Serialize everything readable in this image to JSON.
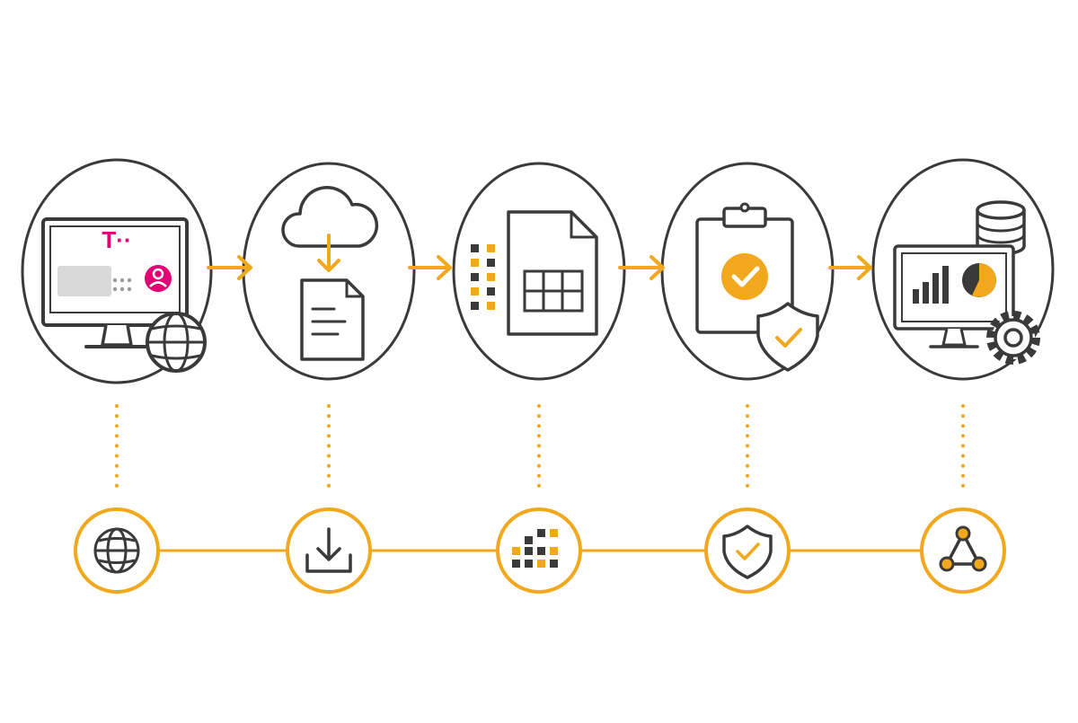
{
  "diagram": {
    "brand_mark": "T··",
    "colors": {
      "accent": "#F2A81D",
      "stroke": "#3A3A3A",
      "brand": "#E20074",
      "placeholder": "#D9D9D9",
      "background": "#FFFFFF"
    },
    "steps": [
      {
        "id": "access",
        "icons": [
          "monitor-icon",
          "t-brand-logo",
          "user-avatar-icon",
          "globe-icon"
        ],
        "small_icon": "globe-icon"
      },
      {
        "id": "download",
        "icons": [
          "cloud-icon",
          "down-arrow-icon",
          "document-icon"
        ],
        "small_icon": "download-tray-icon"
      },
      {
        "id": "structure",
        "icons": [
          "data-squares-icon",
          "spreadsheet-document-icon"
        ],
        "small_icon": "data-grid-icon"
      },
      {
        "id": "validate",
        "icons": [
          "clipboard-check-icon",
          "shield-check-icon"
        ],
        "small_icon": "shield-check-icon"
      },
      {
        "id": "analyze",
        "icons": [
          "database-icon",
          "analytics-monitor-icon",
          "pie-chart-icon",
          "gear-icon"
        ],
        "small_icon": "network-nodes-icon"
      }
    ]
  }
}
